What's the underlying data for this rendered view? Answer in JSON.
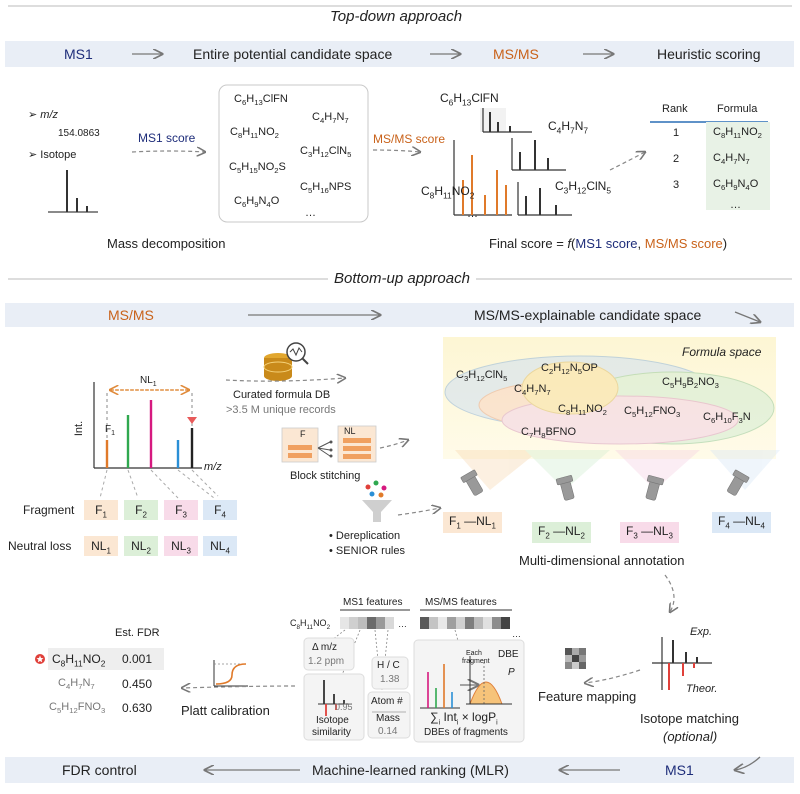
{
  "top": {
    "title": "Top-down approach",
    "flow": [
      "MS1",
      "Entire potential candidate space",
      "MS/MS",
      "Heuristic scoring"
    ],
    "mz_label": "m/z",
    "mz_value": "154.0863",
    "isotope_label": "Isotope",
    "ms1_score": "MS1 score",
    "msms_score": "MS/MS score",
    "mass_decomposition": "Mass decomposition",
    "candidates": [
      {
        "el": [
          "C",
          "6",
          "H",
          "13",
          "ClFN"
        ]
      },
      {
        "el": [
          "C",
          "4",
          "H",
          "7",
          "N",
          "7"
        ]
      },
      {
        "el": [
          "C",
          "8",
          "H",
          "11",
          "NO",
          "2"
        ]
      },
      {
        "el": [
          "C",
          "3",
          "H",
          "12",
          "ClN",
          "5"
        ]
      },
      {
        "el": [
          "C",
          "5",
          "H",
          "15",
          "NO",
          "2",
          "S"
        ]
      },
      {
        "el": [
          "C",
          "5",
          "H",
          "16",
          "NPS"
        ]
      },
      {
        "el": [
          "C",
          "6",
          "H",
          "9",
          "N",
          "4",
          "O"
        ]
      }
    ],
    "ellipsis": "…",
    "spectra_labels": [
      {
        "el": [
          "C",
          "6",
          "H",
          "13",
          "ClFN"
        ]
      },
      {
        "el": [
          "C",
          "4",
          "H",
          "7",
          "N",
          "7"
        ]
      },
      {
        "el": [
          "C",
          "8",
          "H",
          "11",
          "NO",
          "2"
        ]
      },
      {
        "el": [
          "C",
          "3",
          "H",
          "12",
          "ClN",
          "5"
        ]
      }
    ],
    "rank_header": "Rank",
    "formula_header": "Formula",
    "ranking": [
      {
        "rank": "1",
        "el": [
          "C",
          "8",
          "H",
          "11",
          "NO",
          "2"
        ]
      },
      {
        "rank": "2",
        "el": [
          "C",
          "4",
          "H",
          "7",
          "N",
          "7"
        ]
      },
      {
        "rank": "3",
        "el": [
          "C",
          "6",
          "H",
          "9",
          "N",
          "4",
          "O"
        ]
      }
    ],
    "final_score_prefix": "Final score = ",
    "final_score_f": "f",
    "final_score_open": "(",
    "final_score_ms1": "MS1 score",
    "final_score_comma": ", ",
    "final_score_msms": "MS/MS score",
    "final_score_close": ")"
  },
  "bottom": {
    "title": "Bottom-up approach",
    "flow_left": "MS/MS",
    "flow_right": "MS/MS-explainable candidate space",
    "int_label": "Int.",
    "mz_label": "m/z",
    "nl1": "NL",
    "f1": "F",
    "db_label": "Curated formula DB",
    "db_records": ">3.5 M unique records",
    "block_stitching": "Block stitching",
    "block_f": "F",
    "block_nl": "NL",
    "dereplication": "Dereplication",
    "senior": "SENIOR rules",
    "formula_space": "Formula space",
    "space_formulas": [
      {
        "el": [
          "C",
          "3",
          "H",
          "12",
          "ClN",
          "5"
        ]
      },
      {
        "el": [
          "C",
          "2",
          "H",
          "12",
          "N",
          "5",
          "OP"
        ]
      },
      {
        "el": [
          "C",
          "4",
          "H",
          "7",
          "N",
          "7"
        ]
      },
      {
        "el": [
          "C",
          "5",
          "H",
          "9",
          "B",
          "2",
          "NO",
          "3"
        ]
      },
      {
        "el": [
          "C",
          "8",
          "H",
          "11",
          "NO",
          "2"
        ]
      },
      {
        "el": [
          "C",
          "5",
          "H",
          "12",
          "FNO",
          "3"
        ]
      },
      {
        "el": [
          "C",
          "6",
          "H",
          "10",
          "F",
          "3",
          "N"
        ]
      },
      {
        "el": [
          "C",
          "7",
          "H",
          "8",
          "BFNO"
        ]
      }
    ],
    "fragment_label": "Fragment",
    "neutral_loss_label": "Neutral loss",
    "fragments": [
      {
        "f": "F",
        "n": "1",
        "nl": "NL",
        "nn": "1",
        "bg": "#fbe7d3"
      },
      {
        "f": "F",
        "n": "2",
        "nl": "NL",
        "nn": "2",
        "bg": "#dcefd8"
      },
      {
        "f": "F",
        "n": "3",
        "nl": "NL",
        "nn": "3",
        "bg": "#f8dbe9"
      },
      {
        "f": "F",
        "n": "4",
        "nl": "NL",
        "nn": "4",
        "bg": "#dbe8f6"
      }
    ],
    "multi_annotation": "Multi-dimensional annotation",
    "exp": "Exp.",
    "theor": "Theor.",
    "isotope_matching": "Isotope matching",
    "optional": "(optional)",
    "feature_mapping": "Feature mapping",
    "ms1_features": "MS1 features",
    "msms_features": "MS/MS features",
    "feat_formula": {
      "el": [
        "C",
        "8",
        "H",
        "11",
        "NO",
        "2"
      ]
    },
    "delta_mz": "Δ m/z",
    "delta_val": "1.2 ppm",
    "hc": "H / C",
    "hc_val": "1.38",
    "atom": "Atom #",
    "mass": "Mass",
    "mass_val": "0.14",
    "iso_val": "0.95",
    "iso_sim1": "Isotope",
    "iso_sim2": "similarity",
    "each_fragment1": "Each",
    "each_fragment2": "fragment",
    "dbe": "DBE",
    "p_label": "P",
    "sum_formula": "∑",
    "sum_formula_i": "i",
    "sum_rest": "Int",
    "sum_rest2": " × logP",
    "dbes_of_fragments": "DBEs of fragments",
    "est_fdr": "Est. FDR",
    "fdr_rows": [
      {
        "el": [
          "C",
          "8",
          "H",
          "11",
          "NO",
          "2"
        ],
        "val": "0.001"
      },
      {
        "el": [
          "C",
          "4",
          "H",
          "7",
          "N",
          "7"
        ],
        "val": "0.450"
      },
      {
        "el": [
          "C",
          "5",
          "H",
          "12",
          "FNO",
          "3"
        ],
        "val": "0.630"
      }
    ],
    "platt": "Platt calibration",
    "flow_bottom": [
      "FDR control",
      "Machine-learned ranking (MLR)",
      "MS1"
    ],
    "ellipsis": "…"
  },
  "colors": {
    "navy": "#1e2d7a",
    "orange": "#c9621a",
    "bar_bg": "#e9eef6",
    "green": "#2fa84f",
    "magenta": "#d6197f",
    "blue": "#2a8fd6",
    "red": "#e0403a"
  }
}
